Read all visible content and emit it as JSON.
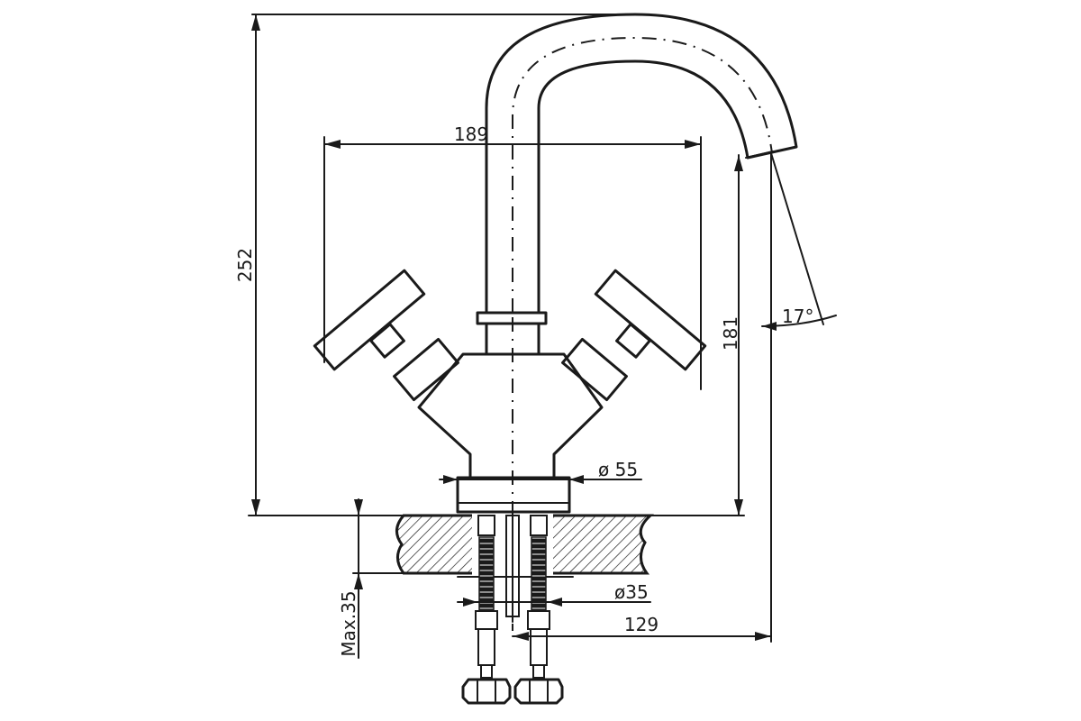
{
  "dimensions": {
    "total_height": "252",
    "handle_span": "189",
    "spout_outlet_height": "181",
    "spout_angle": "17°",
    "base_diameter": "ø 55",
    "shank_diameter": "ø35",
    "spout_reach": "129",
    "max_countertop_thickness": "Max.35"
  }
}
